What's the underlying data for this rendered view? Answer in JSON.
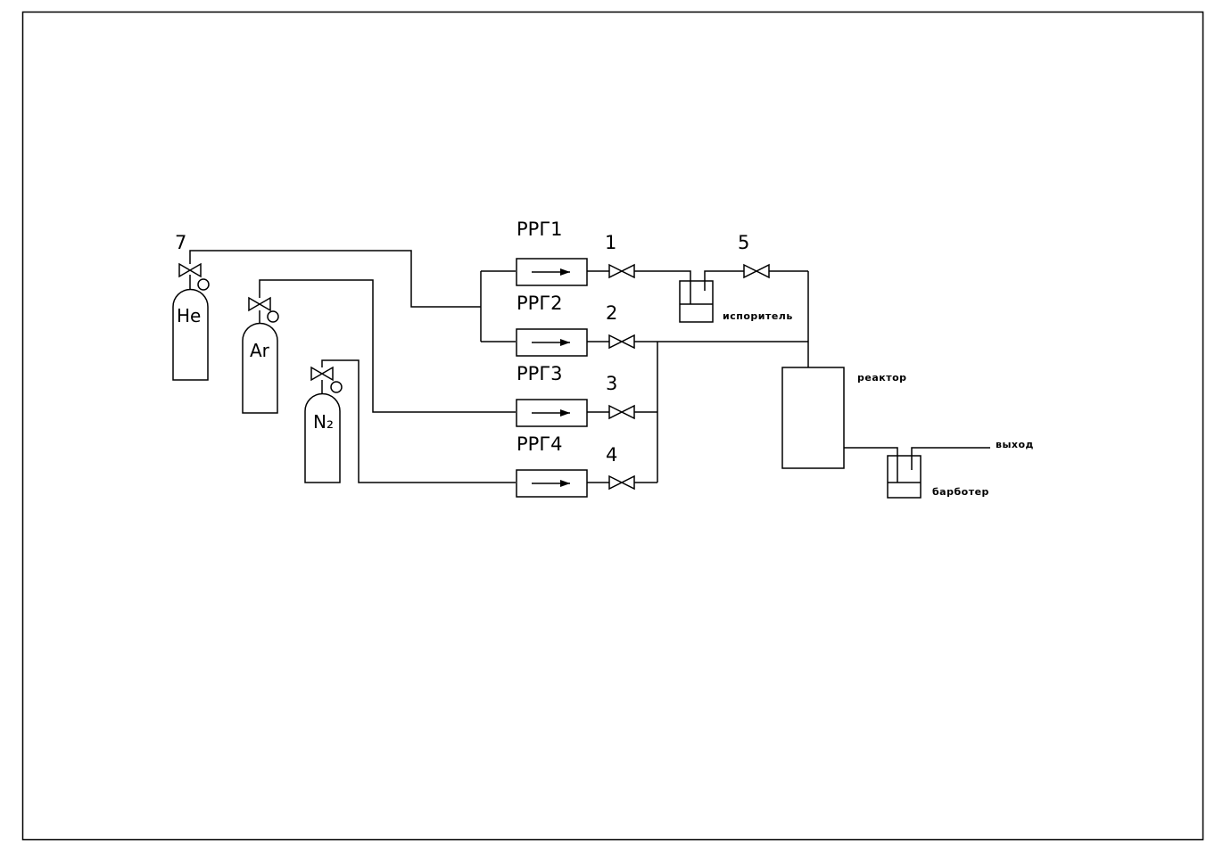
{
  "cylinders": [
    {
      "gas": "He",
      "valve_label": "7"
    },
    {
      "gas": "Ar",
      "valve_label": ""
    },
    {
      "gas": "N₂",
      "valve_label": ""
    }
  ],
  "flow_controllers": [
    "РРГ1",
    "РРГ2",
    "РРГ3",
    "РРГ4"
  ],
  "valves": [
    "1",
    "2",
    "3",
    "4",
    "5"
  ],
  "evaporator_label": "испоритель",
  "reactor_label": "реактор",
  "bubbler_label": "барботер",
  "outlet_label": "выход"
}
